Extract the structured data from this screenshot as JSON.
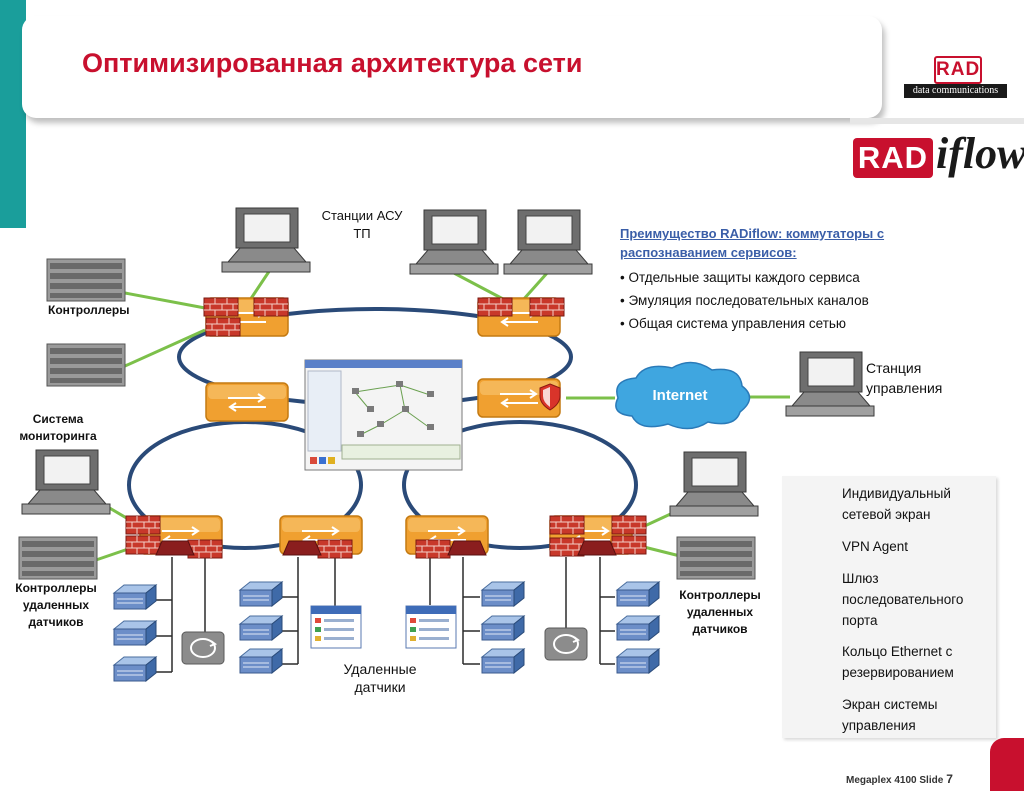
{
  "title": "Оптимизированная архитектура сети",
  "logos": {
    "rad": "RAD",
    "rad_tagline": "data communications",
    "radiflow_rad": "RAD",
    "radiflow_iflow": "iflow"
  },
  "labels": {
    "stations": "Станции АСУ ТП",
    "controllers": "Контроллеры",
    "monitoring": "Система мониторинга",
    "remote_controllers_left": "Контроллеры удаленных датчиков",
    "remote_controllers_right": "Контроллеры удаленных датчиков",
    "remote_sensors": "Удаленные датчики",
    "internet": "Internet",
    "management_station": "Станция управления"
  },
  "advantage": {
    "title": "Преимущество RADiflow: коммутаторы с распознаванием сервисов:",
    "items": [
      "Отдельные защиты каждого сервиса",
      "Эмуляция последовательных каналов",
      "Общая система управления сетью"
    ]
  },
  "legend": [
    {
      "icon": "firewall",
      "text": "Индивидуальный сетевой экран"
    },
    {
      "icon": "vpn-shield",
      "text": "VPN Agent"
    },
    {
      "icon": "serial-gateway",
      "text": "Шлюз последовательного порта"
    },
    {
      "icon": "ethernet-ring-line",
      "text": "Кольцо Ethernet с резервированием"
    },
    {
      "icon": "management-screen",
      "text": "Экран системы управления"
    }
  ],
  "footer": {
    "product": "Megaplex 4100 Slide",
    "page": "7"
  },
  "colors": {
    "title": "#c8102e",
    "accent_teal": "#1a9e9b",
    "ring": "#2a4a78",
    "link_green": "#7cc04a",
    "switch_orange": "#f0a030",
    "firewall_red": "#c8382a",
    "internet_cloud": "#3fa6e0",
    "advantage_blue": "#3a5ea8"
  }
}
